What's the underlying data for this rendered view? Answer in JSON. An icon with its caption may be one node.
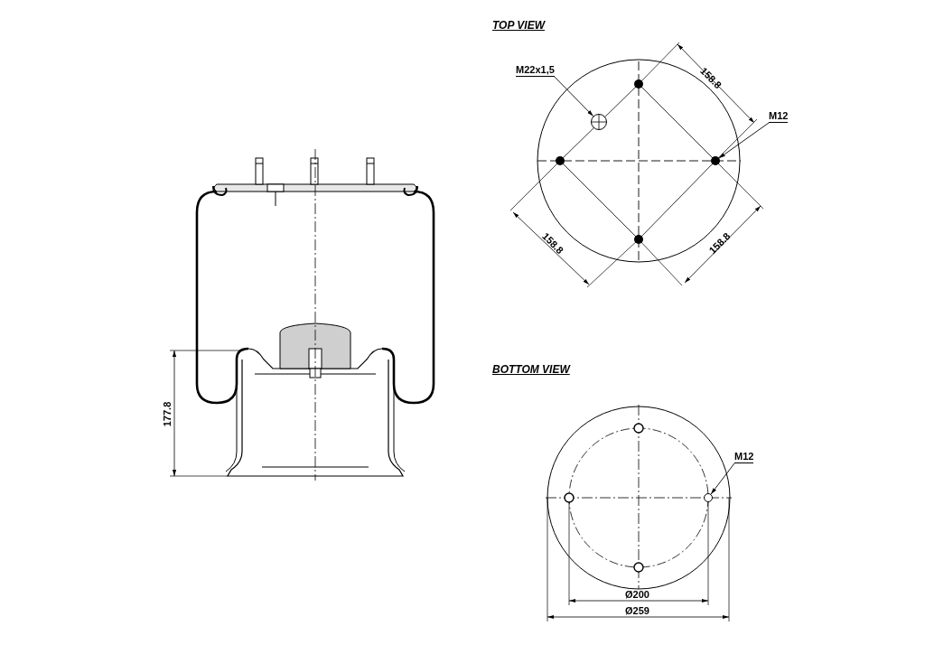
{
  "diagram": {
    "nodes": [
      {
        "text": [
          "M22x1,5"
        ]
      },
      {
        "text": [],
        "shape": "circle"
      },
      {
        "text": [
          "M12"
        ]
      },
      {
        "text": [],
        "shape": "circle"
      },
      {
        "text": [
          "M12"
        ]
      },
      {
        "text": [],
        "shape": "circle"
      }
    ],
    "edges": [
      {
        "from": 0,
        "to": 1,
        "arrow": "to"
      },
      {
        "from": 2,
        "to": 3,
        "arrow": "to"
      },
      {
        "from": 4,
        "to": 5,
        "arrow": "to"
      }
    ],
    "labels": [
      "TOP VIEW",
      "158.8",
      "158.8",
      "158.8",
      "177.8",
      "BOTTOM VIEW",
      "Ø200",
      "Ø259"
    ]
  }
}
